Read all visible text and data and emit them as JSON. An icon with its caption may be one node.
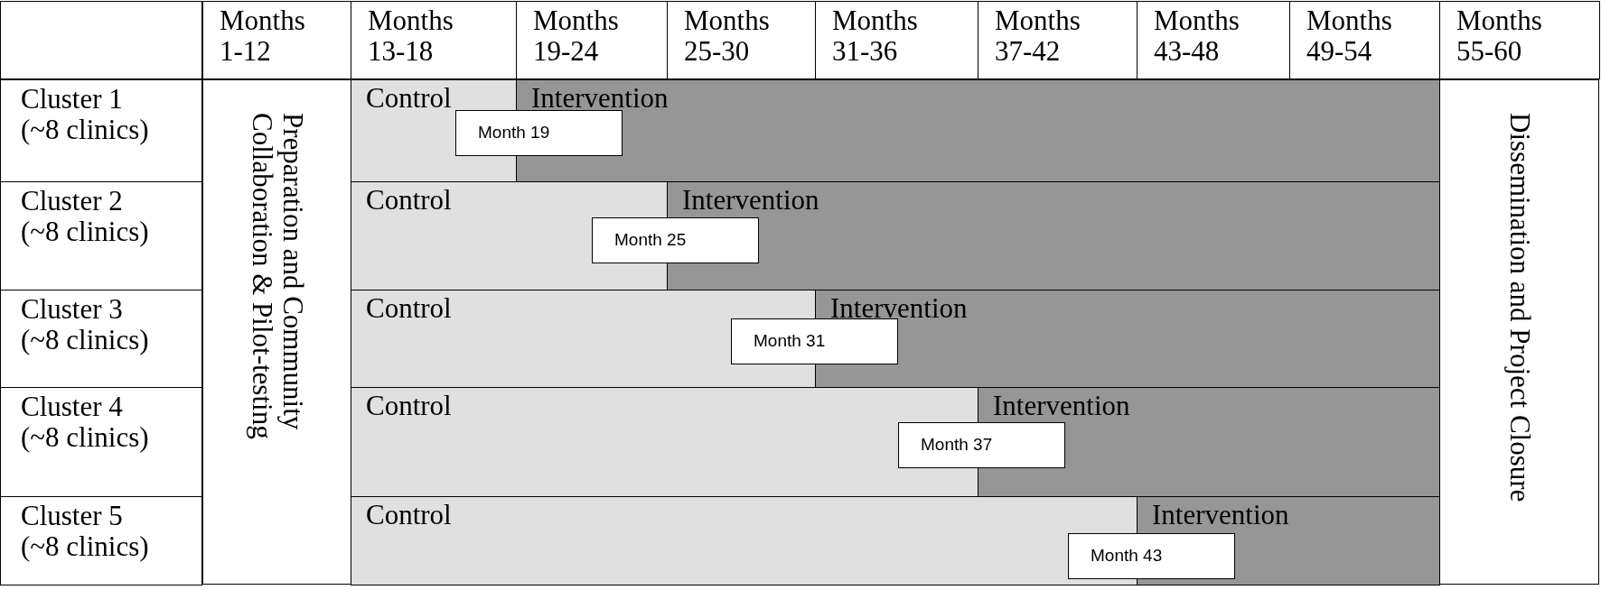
{
  "diagram": {
    "nodes": [
      {
        "text": [
          "Preparation and Community Collaboration & Pilot-testing"
        ]
      },
      {
        "text": [
          "Control"
        ]
      },
      {
        "text": [
          "Intervention"
        ]
      },
      {
        "text": [
          "Month 19"
        ]
      },
      {
        "text": [
          "Control"
        ]
      },
      {
        "text": [
          "Intervention"
        ]
      },
      {
        "text": [
          "Month 25"
        ]
      },
      {
        "text": [
          "Control"
        ]
      },
      {
        "text": [
          "Intervention"
        ]
      },
      {
        "text": [
          "Month 31"
        ]
      },
      {
        "text": [
          "Control"
        ]
      },
      {
        "text": [
          "Intervention"
        ]
      },
      {
        "text": [
          "Month 37"
        ]
      },
      {
        "text": [
          "Control"
        ]
      },
      {
        "text": [
          "Intervention"
        ]
      },
      {
        "text": [
          "Month 43"
        ]
      },
      {
        "text": [
          "Dissemination and Project Closure"
        ]
      }
    ],
    "labels": [
      "Months 1-12",
      "Months 13-18",
      "Months 19-24",
      "Months 25-30",
      "Months 31-36",
      "Months 37-42",
      "Months 43-48",
      "Months 49-54",
      "Months 55-60",
      "Cluster 1 (~8 clinics)",
      "Cluster 2 (~8 clinics)",
      "Cluster 3 (~8 clinics)",
      "Cluster 4 (~8 clinics)",
      "Cluster 5 (~8 clinics)"
    ]
  }
}
